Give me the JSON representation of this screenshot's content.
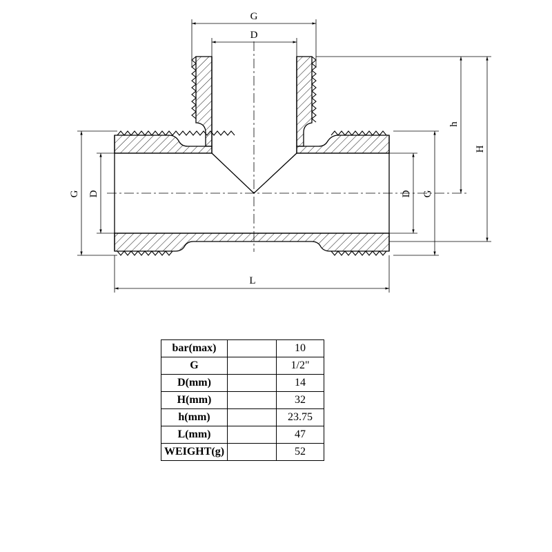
{
  "drawing": {
    "dimension_labels": {
      "top_G": "G",
      "top_D": "D",
      "left_G": "G",
      "left_D": "D",
      "right_D": "D",
      "right_G": "G",
      "h": "h",
      "H": "H",
      "L": "L"
    }
  },
  "spec_table": {
    "rows": [
      {
        "label": "bar(max)",
        "value": "10"
      },
      {
        "label": "G",
        "value": "1/2\""
      },
      {
        "label": "D(mm)",
        "value": "14"
      },
      {
        "label": "H(mm)",
        "value": "32"
      },
      {
        "label": "h(mm)",
        "value": "23.75"
      },
      {
        "label": "L(mm)",
        "value": "47"
      },
      {
        "label": "WEIGHT(g)",
        "value": "52"
      }
    ]
  },
  "colors": {
    "line": "#000000",
    "background": "#ffffff"
  }
}
